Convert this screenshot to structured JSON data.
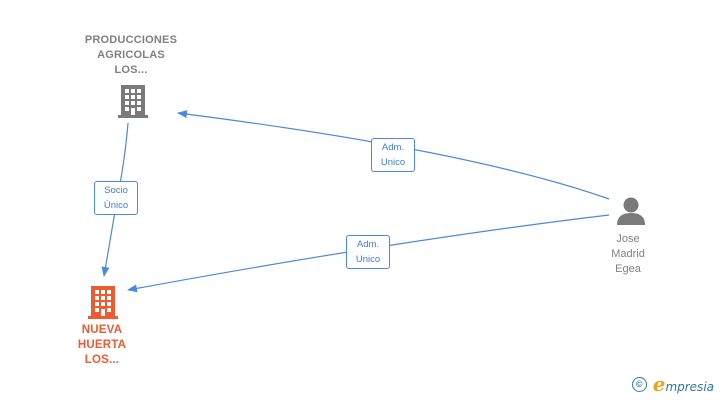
{
  "nodes": {
    "producciones": {
      "label": "PRODUCCIONES\nAGRICOLAS\nLOS...",
      "icon": "building-icon",
      "color": "#7a7a7a"
    },
    "nueva_huerta": {
      "label": "NUEVA\nHUERTA\nLOS...",
      "icon": "building-icon",
      "color": "#ef5a2f"
    },
    "jose": {
      "label": "Jose\nMadrid\nEgea",
      "icon": "person-icon",
      "color": "#7a7a7a"
    }
  },
  "edges": {
    "socio_unico": "Socio\nÚnico",
    "adm_unico_top": "Adm.\nUnico",
    "adm_unico_bottom": "Adm.\nUnico"
  },
  "colors": {
    "edge": "#4a89dc",
    "accent": "#ef5a2f",
    "brand": "#2a7aa0",
    "brand_accent": "#f2a21b"
  },
  "footer": {
    "copyright_symbol": "©",
    "brand_e": "e",
    "brand_rest": "mpresia"
  }
}
